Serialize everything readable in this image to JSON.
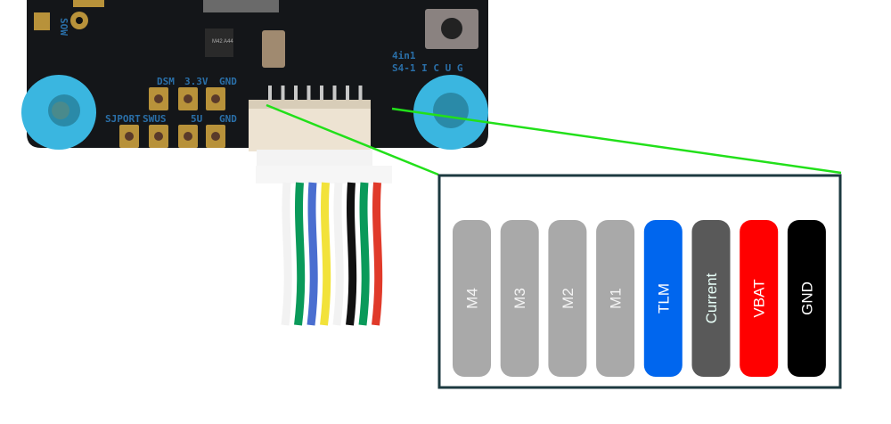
{
  "board": {
    "top_pad_labels": [
      "DSM",
      "3.3V",
      "GND"
    ],
    "bottom_pad_labels": [
      "SJPORT",
      "SWUS",
      "5U",
      "GND"
    ],
    "side_label": "SOW",
    "marking_line1": "4in1",
    "marking_line2": "S4-1  I C U G",
    "chip_marking": "M42 A44"
  },
  "colors": {
    "board": "#141619",
    "grommet": "#3ab6e0",
    "pad": "#b8923a",
    "leader_line": "#22e01a",
    "pinout_border": "#1c3a40"
  },
  "wires": [
    "#f2f2f2",
    "#0a9a5a",
    "#4a6ed0",
    "#f2e23a",
    "#f2f2f2",
    "#111111",
    "#0a9a5a",
    "#e03a2a"
  ],
  "pinout": {
    "pins": [
      {
        "label": "M4",
        "color": "#a9a9a9",
        "text_color": "#f4f4f4"
      },
      {
        "label": "M3",
        "color": "#a9a9a9",
        "text_color": "#f4f4f4"
      },
      {
        "label": "M2",
        "color": "#a9a9a9",
        "text_color": "#f4f4f4"
      },
      {
        "label": "M1",
        "color": "#a9a9a9",
        "text_color": "#f4f4f4"
      },
      {
        "label": "TLM",
        "color": "#0066ee",
        "text_color": "#ffffff"
      },
      {
        "label": "Current",
        "color": "#595959",
        "text_color": "#e8fff8"
      },
      {
        "label": "VBAT",
        "color": "#ff0000",
        "text_color": "#ffffff"
      },
      {
        "label": "GND",
        "color": "#000000",
        "text_color": "#ffffff"
      }
    ]
  }
}
